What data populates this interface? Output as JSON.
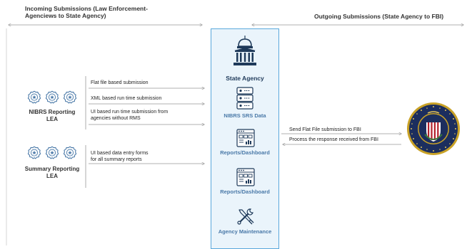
{
  "headers": {
    "incoming_line1": "Incoming Submissions (Law Enforcement-",
    "incoming_line2": "Agenciews to State Agency)",
    "outgoing": "Outgoing Submissions (State Agency to FBI)"
  },
  "lea": {
    "nibrs": {
      "line1": "NIBRS Reporting",
      "line2": "LEA"
    },
    "summary": {
      "line1": "Summary Reporting",
      "line2": "LEA"
    }
  },
  "incoming_submissions": {
    "flat_file": "Flat file based submission",
    "xml": "XML based run time submission",
    "ui_line1": "UI based run time submission from",
    "ui_line2": "agencies without RMS",
    "forms_line1": "UI based data entry forms",
    "forms_line2": "for all summary reports"
  },
  "state_agency": {
    "title": "State Agency",
    "components": [
      "NIBRS SRS Data",
      "Reports/Dashboard",
      "Reports/Dashboard",
      "Agency Maintenance"
    ]
  },
  "outgoing_submissions": {
    "send": "Send Flat File submission to FBI",
    "process": "Process the response received from FBI"
  },
  "colors": {
    "accent_blue": "#4a79a8",
    "box_border": "#5aa8dc",
    "box_fill": "#eaf4fb",
    "icon_dark": "#1f3a5a",
    "seal_navy": "#1c2e5e",
    "seal_gold": "#c9a227"
  }
}
